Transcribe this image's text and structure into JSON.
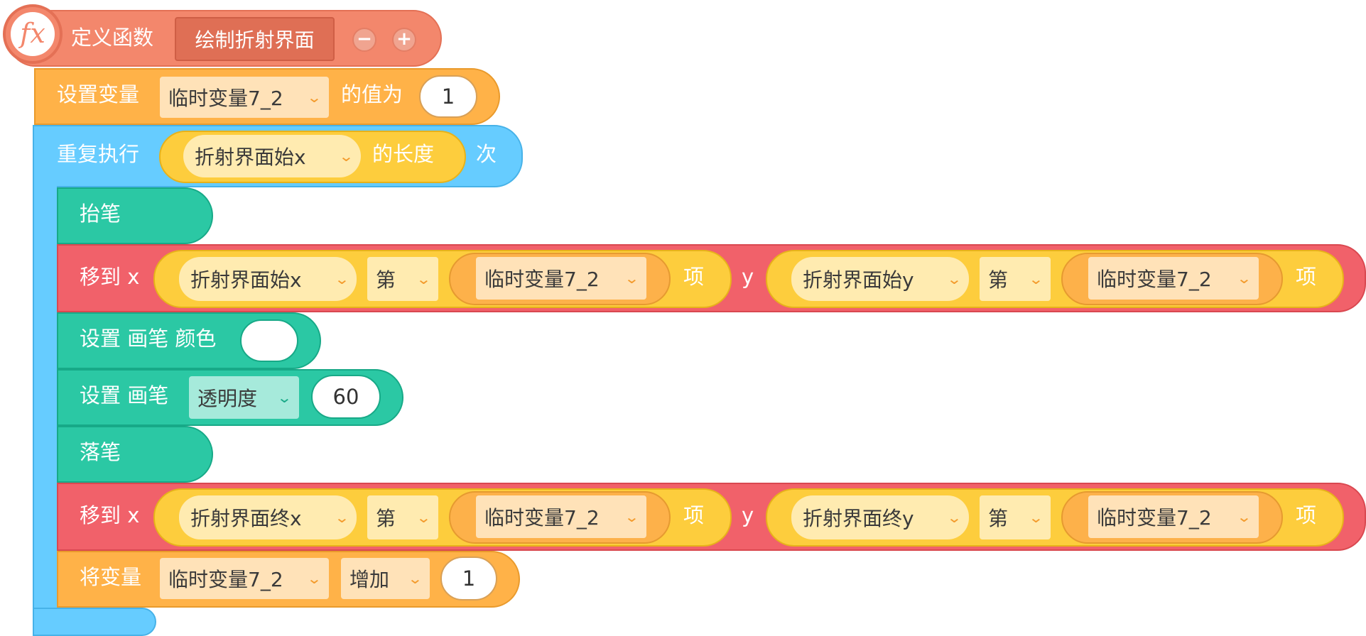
{
  "define": {
    "icon": "fx",
    "label": "定义函数",
    "name": "绘制折射界面",
    "minus": "−",
    "plus": "+"
  },
  "set_var": {
    "label": "设置变量",
    "var": "临时变量7_2",
    "value_label": "的值为",
    "value": "1"
  },
  "repeat": {
    "label": "重复执行",
    "list": "折射界面始x",
    "length_label": "的长度",
    "times_label": "次"
  },
  "pen_up": {
    "label": "抬笔"
  },
  "move1": {
    "label": "移到 x",
    "x_list": "折射界面始x",
    "x_index_kind": "第",
    "x_index_var": "临时变量7_2",
    "x_item": "项",
    "y_label": "y",
    "y_list": "折射界面始y",
    "y_index_kind": "第",
    "y_index_var": "临时变量7_2",
    "y_item": "项"
  },
  "pen_color": {
    "label": "设置 画笔 颜色",
    "color": "#ffffff"
  },
  "pen_alpha": {
    "label": "设置 画笔",
    "prop": "透明度",
    "value": "60"
  },
  "pen_down": {
    "label": "落笔"
  },
  "move2": {
    "label": "移到 x",
    "x_list": "折射界面终x",
    "x_index_kind": "第",
    "x_index_var": "临时变量7_2",
    "x_item": "项",
    "y_label": "y",
    "y_list": "折射界面终y",
    "y_index_kind": "第",
    "y_index_var": "临时变量7_2",
    "y_item": "项"
  },
  "change_var": {
    "label": "将变量",
    "var": "临时变量7_2",
    "op": "增加",
    "value": "1"
  },
  "chevron": "⌄",
  "colors": {
    "define": "#f3876c",
    "data": "#ffb248",
    "control": "#66ccff",
    "pen": "#2bc8a4",
    "motion": "#f1616a",
    "list": "#fdcd3d"
  }
}
